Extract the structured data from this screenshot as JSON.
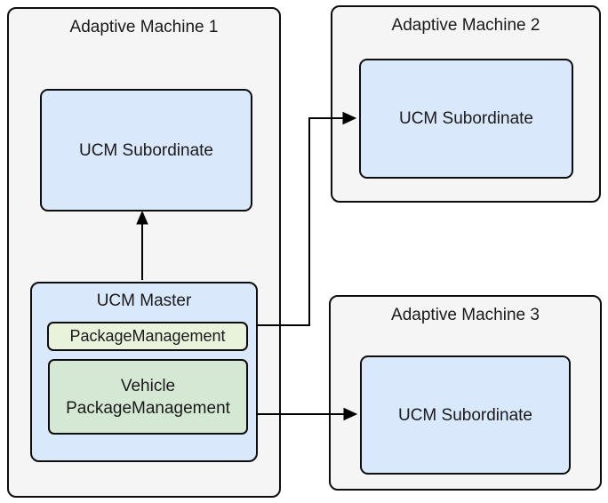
{
  "machine1": {
    "title": "Adaptive Machine 1",
    "subordinate_label": "UCM Subordinate",
    "master": {
      "title": "UCM Master",
      "package_management_label": "PackageManagement",
      "vehicle_package_management_label": "Vehicle PackageManagement"
    }
  },
  "machine2": {
    "title": "Adaptive Machine 2",
    "subordinate_label": "UCM Subordinate"
  },
  "machine3": {
    "title": "Adaptive Machine 3",
    "subordinate_label": "UCM Subordinate"
  },
  "connections": [
    {
      "from": "UCM Master",
      "to": "UCM Subordinate (Adaptive Machine 1)",
      "style": "arrow-up"
    },
    {
      "from": "PackageManagement (UCM Master)",
      "to": "UCM Subordinate (Adaptive Machine 2)",
      "style": "orthogonal-arrow"
    },
    {
      "from": "Vehicle PackageManagement (UCM Master)",
      "to": "UCM Subordinate (Adaptive Machine 3)",
      "style": "straight-arrow"
    }
  ],
  "colors": {
    "page_background": "#ffffff",
    "container_fill": "#f5f5f5",
    "node_blue_fill": "#dae8fc",
    "node_green_fill": "#d5e8d4",
    "node_pale_green_fill": "#e9f3dc",
    "border": "#0d0d0d",
    "connector": "#000000",
    "text": "#1a1a1a"
  }
}
